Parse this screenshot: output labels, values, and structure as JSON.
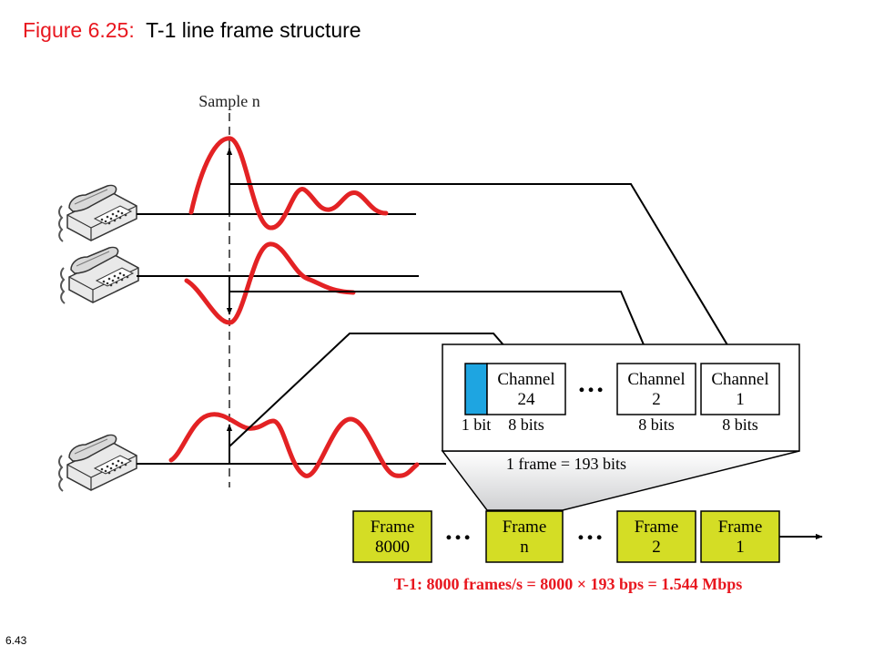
{
  "slide": {
    "figure_label": "Figure 6.25:",
    "figure_title": "T-1 line frame structure",
    "page_number": "6.43"
  },
  "diagram": {
    "sample_label": "Sample n",
    "frame_box": {
      "channels": [
        {
          "name": "Channel",
          "number": "24",
          "bits": "8 bits"
        },
        {
          "name": "Channel",
          "number": "2",
          "bits": "8 bits"
        },
        {
          "name": "Channel",
          "number": "1",
          "bits": "8 bits"
        }
      ],
      "framing_bit": "1 bit",
      "ellipsis": "…",
      "frame_size": "1 frame = 193 bits"
    },
    "frame_sequence": [
      {
        "name": "Frame",
        "number": "8000"
      },
      {
        "name": "Frame",
        "number": "n"
      },
      {
        "name": "Frame",
        "number": "2"
      },
      {
        "name": "Frame",
        "number": "1"
      }
    ],
    "ellipsis": "…",
    "rate_formula": "T-1: 8000 frames/s = 8000 × 193 bps = 1.544 Mbps",
    "colors": {
      "signal": "#e32224",
      "framing_bit": "#1ea5e1",
      "frame_fill": "#d4dd25",
      "title_accent": "#e8171f",
      "formula": "#e8171f"
    },
    "icons": [
      "telephone-icon",
      "telephone-icon",
      "telephone-icon"
    ]
  }
}
